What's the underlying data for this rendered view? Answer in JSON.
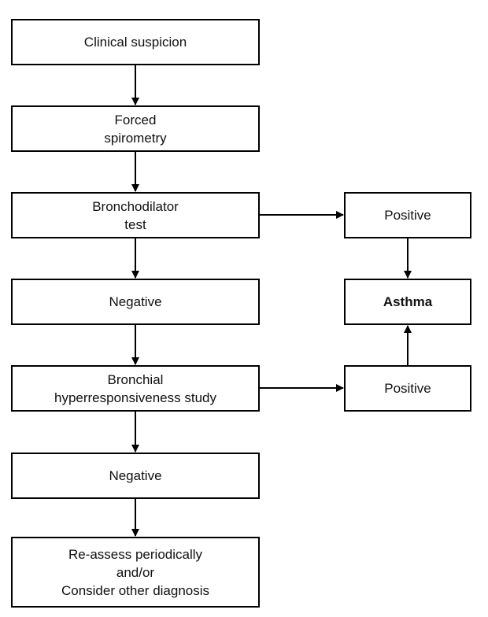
{
  "flowchart": {
    "nodes": [
      {
        "id": "clinical-suspicion",
        "text": "Clinical suspicion"
      },
      {
        "id": "forced-spirometry",
        "text": "Forced\nspirometry"
      },
      {
        "id": "bronchodilator-test",
        "text": "Bronchodilator\ntest"
      },
      {
        "id": "negative-1",
        "text": "Negative"
      },
      {
        "id": "bronchial-hyperresponsiveness-study",
        "text": "Bronchial\nhyperresponsiveness study"
      },
      {
        "id": "negative-2",
        "text": "Negative"
      },
      {
        "id": "re-assess",
        "text": "Re-assess periodically\nand/or\nConsider other diagnosis"
      },
      {
        "id": "positive-1",
        "text": "Positive"
      },
      {
        "id": "asthma",
        "text": "Asthma"
      },
      {
        "id": "positive-2",
        "text": "Positive"
      }
    ],
    "edges": [
      {
        "from": "clinical-suspicion",
        "to": "forced-spirometry"
      },
      {
        "from": "forced-spirometry",
        "to": "bronchodilator-test"
      },
      {
        "from": "bronchodilator-test",
        "to": "negative-1"
      },
      {
        "from": "negative-1",
        "to": "bronchial-hyperresponsiveness-study"
      },
      {
        "from": "bronchial-hyperresponsiveness-study",
        "to": "negative-2"
      },
      {
        "from": "negative-2",
        "to": "re-assess"
      },
      {
        "from": "bronchodilator-test",
        "to": "positive-1"
      },
      {
        "from": "positive-1",
        "to": "asthma"
      },
      {
        "from": "bronchial-hyperresponsiveness-study",
        "to": "positive-2"
      },
      {
        "from": "positive-2",
        "to": "asthma"
      }
    ]
  }
}
